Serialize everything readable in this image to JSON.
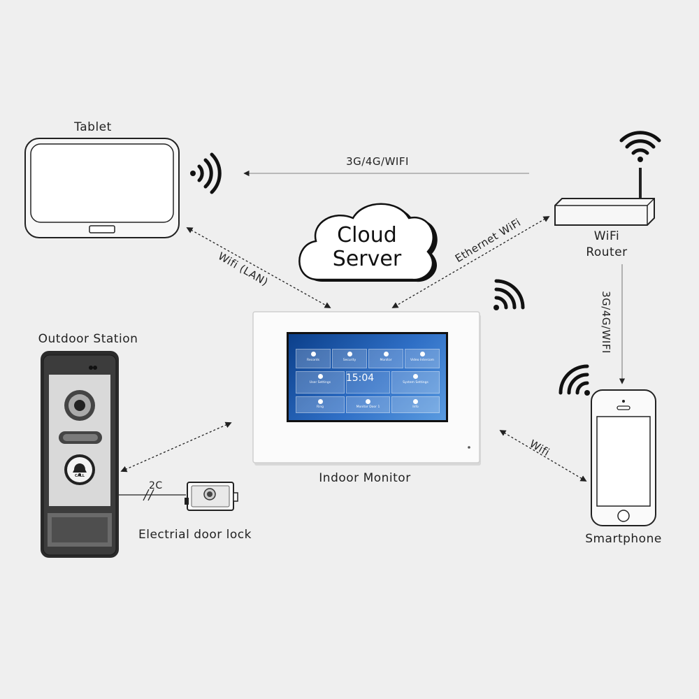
{
  "title": "",
  "nodes": {
    "tablet": {
      "label": "Tablet"
    },
    "router": {
      "label_line1": "WiFi",
      "label_line2": "Router"
    },
    "cloud": {
      "line1": "Cloud",
      "line2": "Server"
    },
    "monitor": {
      "label": "Indoor Monitor"
    },
    "outdoor": {
      "label": "Outdoor Station",
      "call_text": "CALL"
    },
    "lock": {
      "label": "Electrial door lock"
    },
    "smartphone": {
      "label": "Smartphone"
    }
  },
  "links": {
    "router_to_tablet": "3G/4G/WIFI",
    "tablet_to_monitor": "Wifi (LAN)",
    "router_to_monitor": "Ethernet WiFi",
    "router_to_phone": "3G/4G/WIFI",
    "monitor_to_phone": "Wifi",
    "outdoor_to_lock": "2C"
  },
  "screen": {
    "time": "15:04",
    "tiles": [
      "Records",
      "Security",
      "Monitor",
      "Video Intercom",
      "User Settings",
      "System Settings",
      "Ring",
      "Monitor Door 1",
      "Info"
    ]
  },
  "colors": {
    "background": "#efefef",
    "line": "#222222",
    "screen_blue": "#1f5cb0"
  },
  "icons": [
    "wifi-signal-icon",
    "bell-icon",
    "camera-lens-icon"
  ]
}
